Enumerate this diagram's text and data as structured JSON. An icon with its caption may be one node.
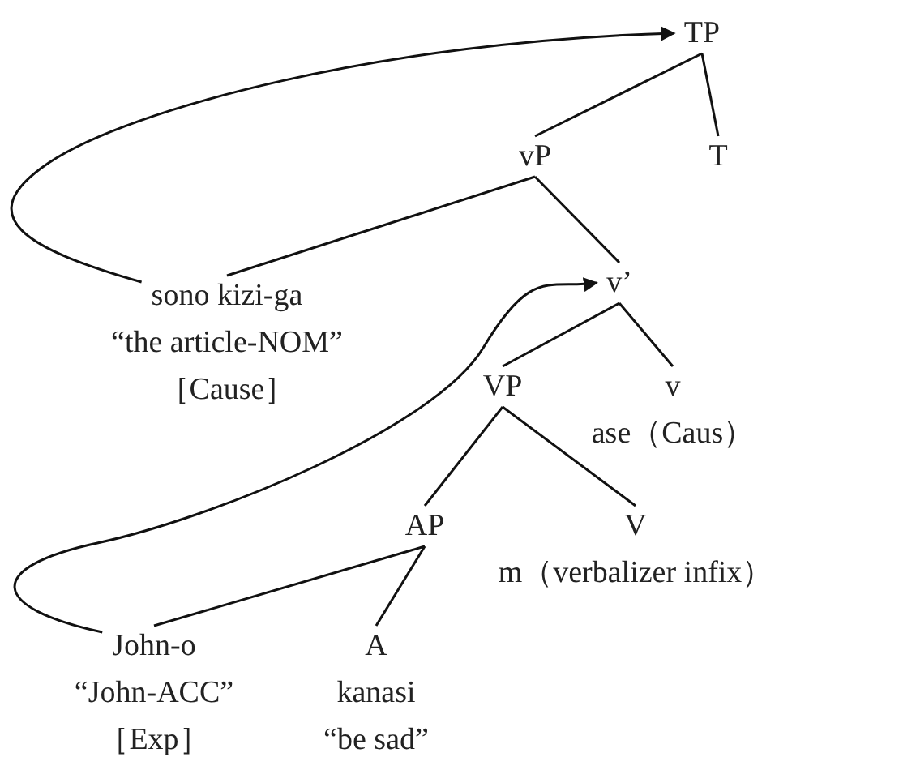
{
  "diagram": {
    "nodes": [
      {
        "text": [
          "TP"
        ]
      },
      {
        "text": [
          "vP"
        ]
      },
      {
        "text": [
          "T"
        ]
      },
      {
        "text": [
          "sono kizi-ga",
          "“the article-NOM”",
          "［Cause］"
        ]
      },
      {
        "text": [
          "v’"
        ]
      },
      {
        "text": [
          "VP"
        ]
      },
      {
        "text": [
          "v",
          "ase（Caus）"
        ]
      },
      {
        "text": [
          "AP"
        ]
      },
      {
        "text": [
          "V",
          "m（verbalizer infix）"
        ]
      },
      {
        "text": [
          "John-o",
          "“John-ACC”",
          "［Exp］"
        ]
      },
      {
        "text": [
          "A",
          "kanasi",
          "“be sad”"
        ]
      }
    ],
    "edges": [
      {
        "from": 0,
        "to": 1,
        "arrow": "none"
      },
      {
        "from": 0,
        "to": 2,
        "arrow": "none"
      },
      {
        "from": 1,
        "to": 3,
        "arrow": "none"
      },
      {
        "from": 1,
        "to": 4,
        "arrow": "none"
      },
      {
        "from": 4,
        "to": 5,
        "arrow": "none"
      },
      {
        "from": 4,
        "to": 6,
        "arrow": "none"
      },
      {
        "from": 5,
        "to": 7,
        "arrow": "none"
      },
      {
        "from": 5,
        "to": 8,
        "arrow": "none"
      },
      {
        "from": 7,
        "to": 9,
        "arrow": "none"
      },
      {
        "from": 7,
        "to": 10,
        "arrow": "none"
      },
      {
        "from": 3,
        "to": 0,
        "arrow": "to"
      },
      {
        "from": 9,
        "to": 4,
        "arrow": "to"
      }
    ]
  }
}
